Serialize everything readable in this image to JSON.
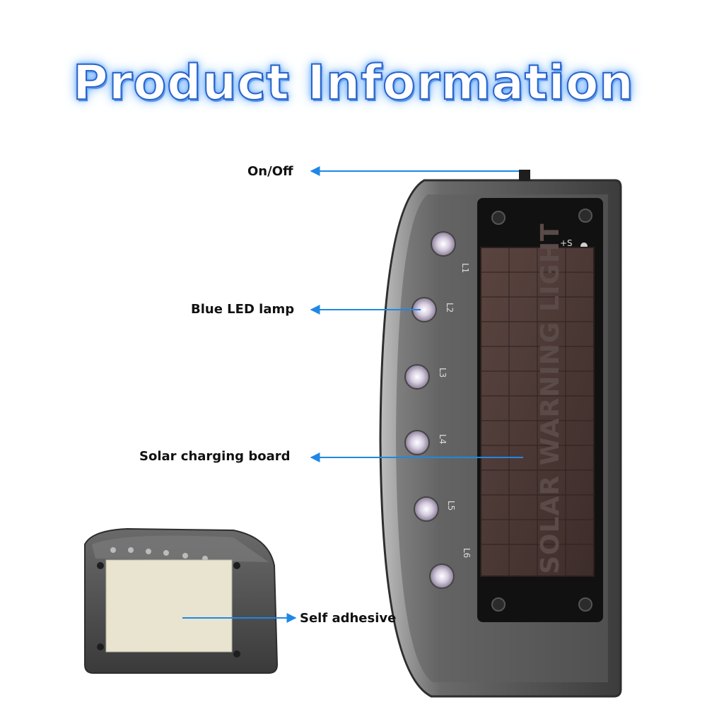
{
  "title": "Product Information",
  "callouts": {
    "on_off": "On/Off",
    "blue_led": "Blue LED lamp",
    "solar_board": "Solar charging board",
    "self_adhesive": "Self adhesive"
  },
  "device": {
    "panel_text": "SOLAR WARNING LIGHT",
    "switch_marking": "+S",
    "led_labels": [
      "L1",
      "L2",
      "L3",
      "L4",
      "L5",
      "L6"
    ]
  },
  "colors": {
    "title_glow": "#5aa2ff",
    "arrow": "#1e88e5",
    "device_body": "#4a4a4a",
    "solar_panel": "#4b3734"
  }
}
